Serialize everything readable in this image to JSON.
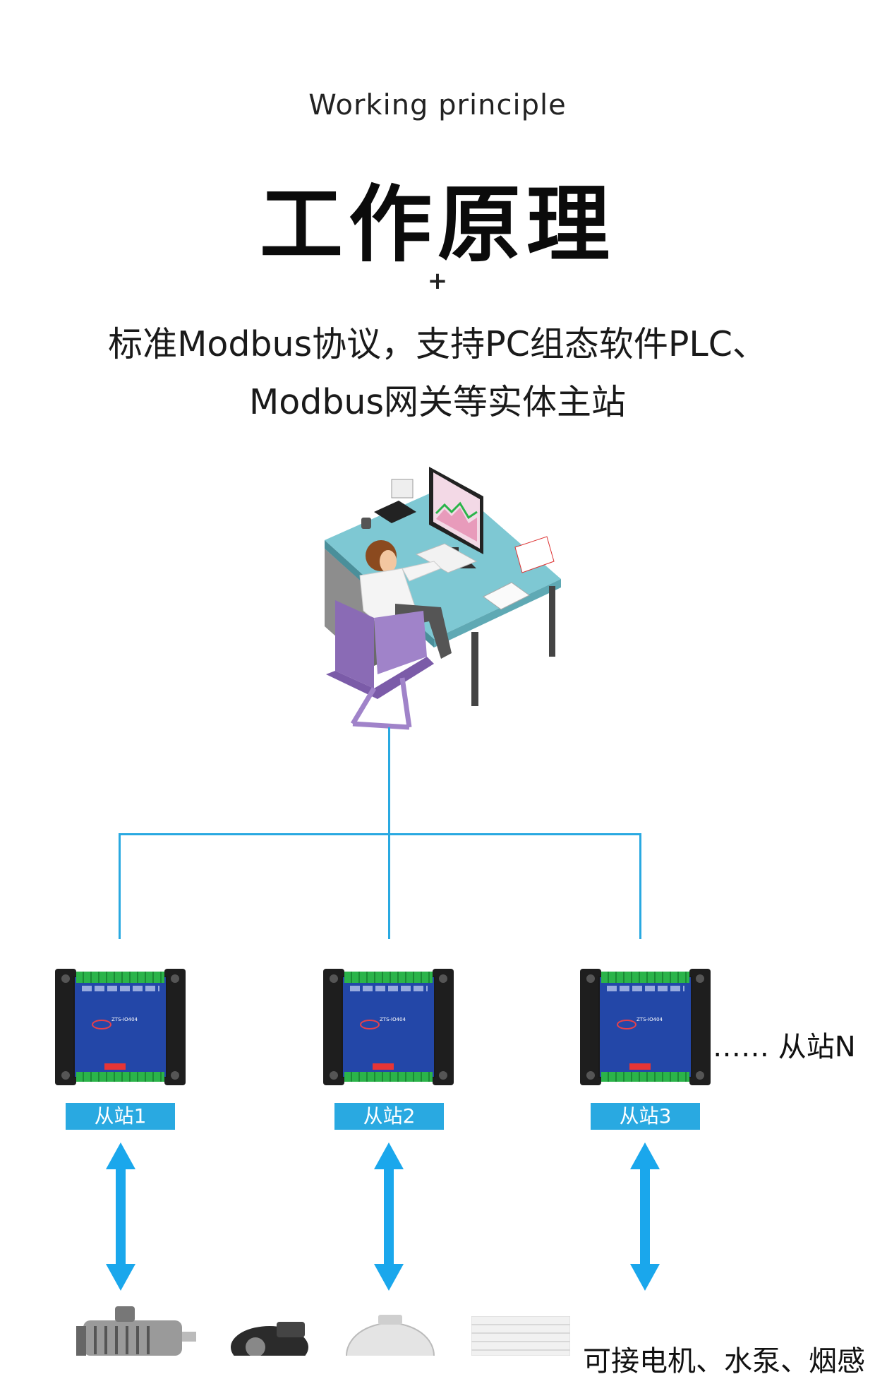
{
  "header": {
    "en_title": "Working principle",
    "cn_title": "工作原理",
    "plus": "+",
    "desc_line1": "标准Modbus协议，支持PC组态软件PLC、",
    "desc_line2": "Modbus网关等实体主站"
  },
  "slaves": [
    {
      "label": "从站1",
      "model": "ZTS-IO404"
    },
    {
      "label": "从站2",
      "model": "ZTS-IO404"
    },
    {
      "label": "从站3",
      "model": "ZTS-IO404"
    }
  ],
  "slave_more": "…… 从站N",
  "bottom_text": "可接电机、水泵、烟感",
  "colors": {
    "accent": "#29a9e1",
    "device_panel": "#2347a8",
    "chair": "#8a6bb5",
    "desk": "#7ec8d3"
  },
  "icons": {
    "workstation": "office-workstation-illustration",
    "arrow": "double-arrow-icon"
  }
}
